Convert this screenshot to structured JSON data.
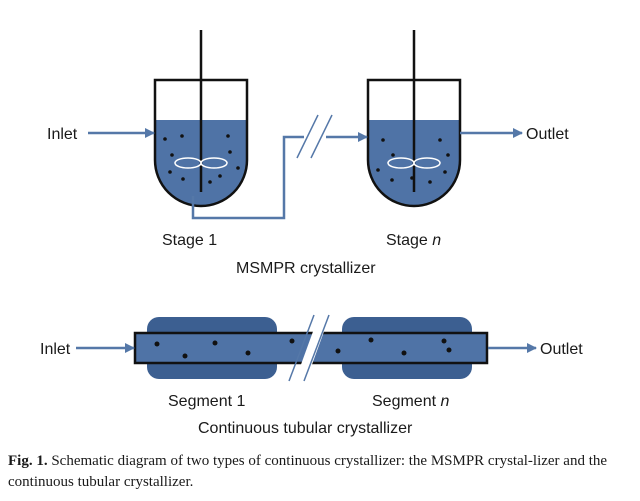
{
  "msmpr": {
    "inlet_label": "Inlet",
    "outlet_label": "Outlet",
    "stage1_label": "Stage 1",
    "stagen_prefix": "Stage ",
    "stagen_var": "n",
    "title": "MSMPR crystallizer"
  },
  "tubular": {
    "inlet_label": "Inlet",
    "outlet_label": "Outlet",
    "segment1_label": "Segment 1",
    "segmentn_prefix": "Segment ",
    "segmentn_var": "n",
    "title": "Continuous tubular crystallizer"
  },
  "caption": {
    "label": "Fig. 1.",
    "text": " Schematic diagram of two types of continuous crystallizer: the MSMPR crystal-lizer and the continuous tubular crystallizer."
  },
  "colors": {
    "liquid": "#4f73a6",
    "segment": "#3c5f91",
    "arrow": "#5578a8",
    "outline": "#111111"
  }
}
